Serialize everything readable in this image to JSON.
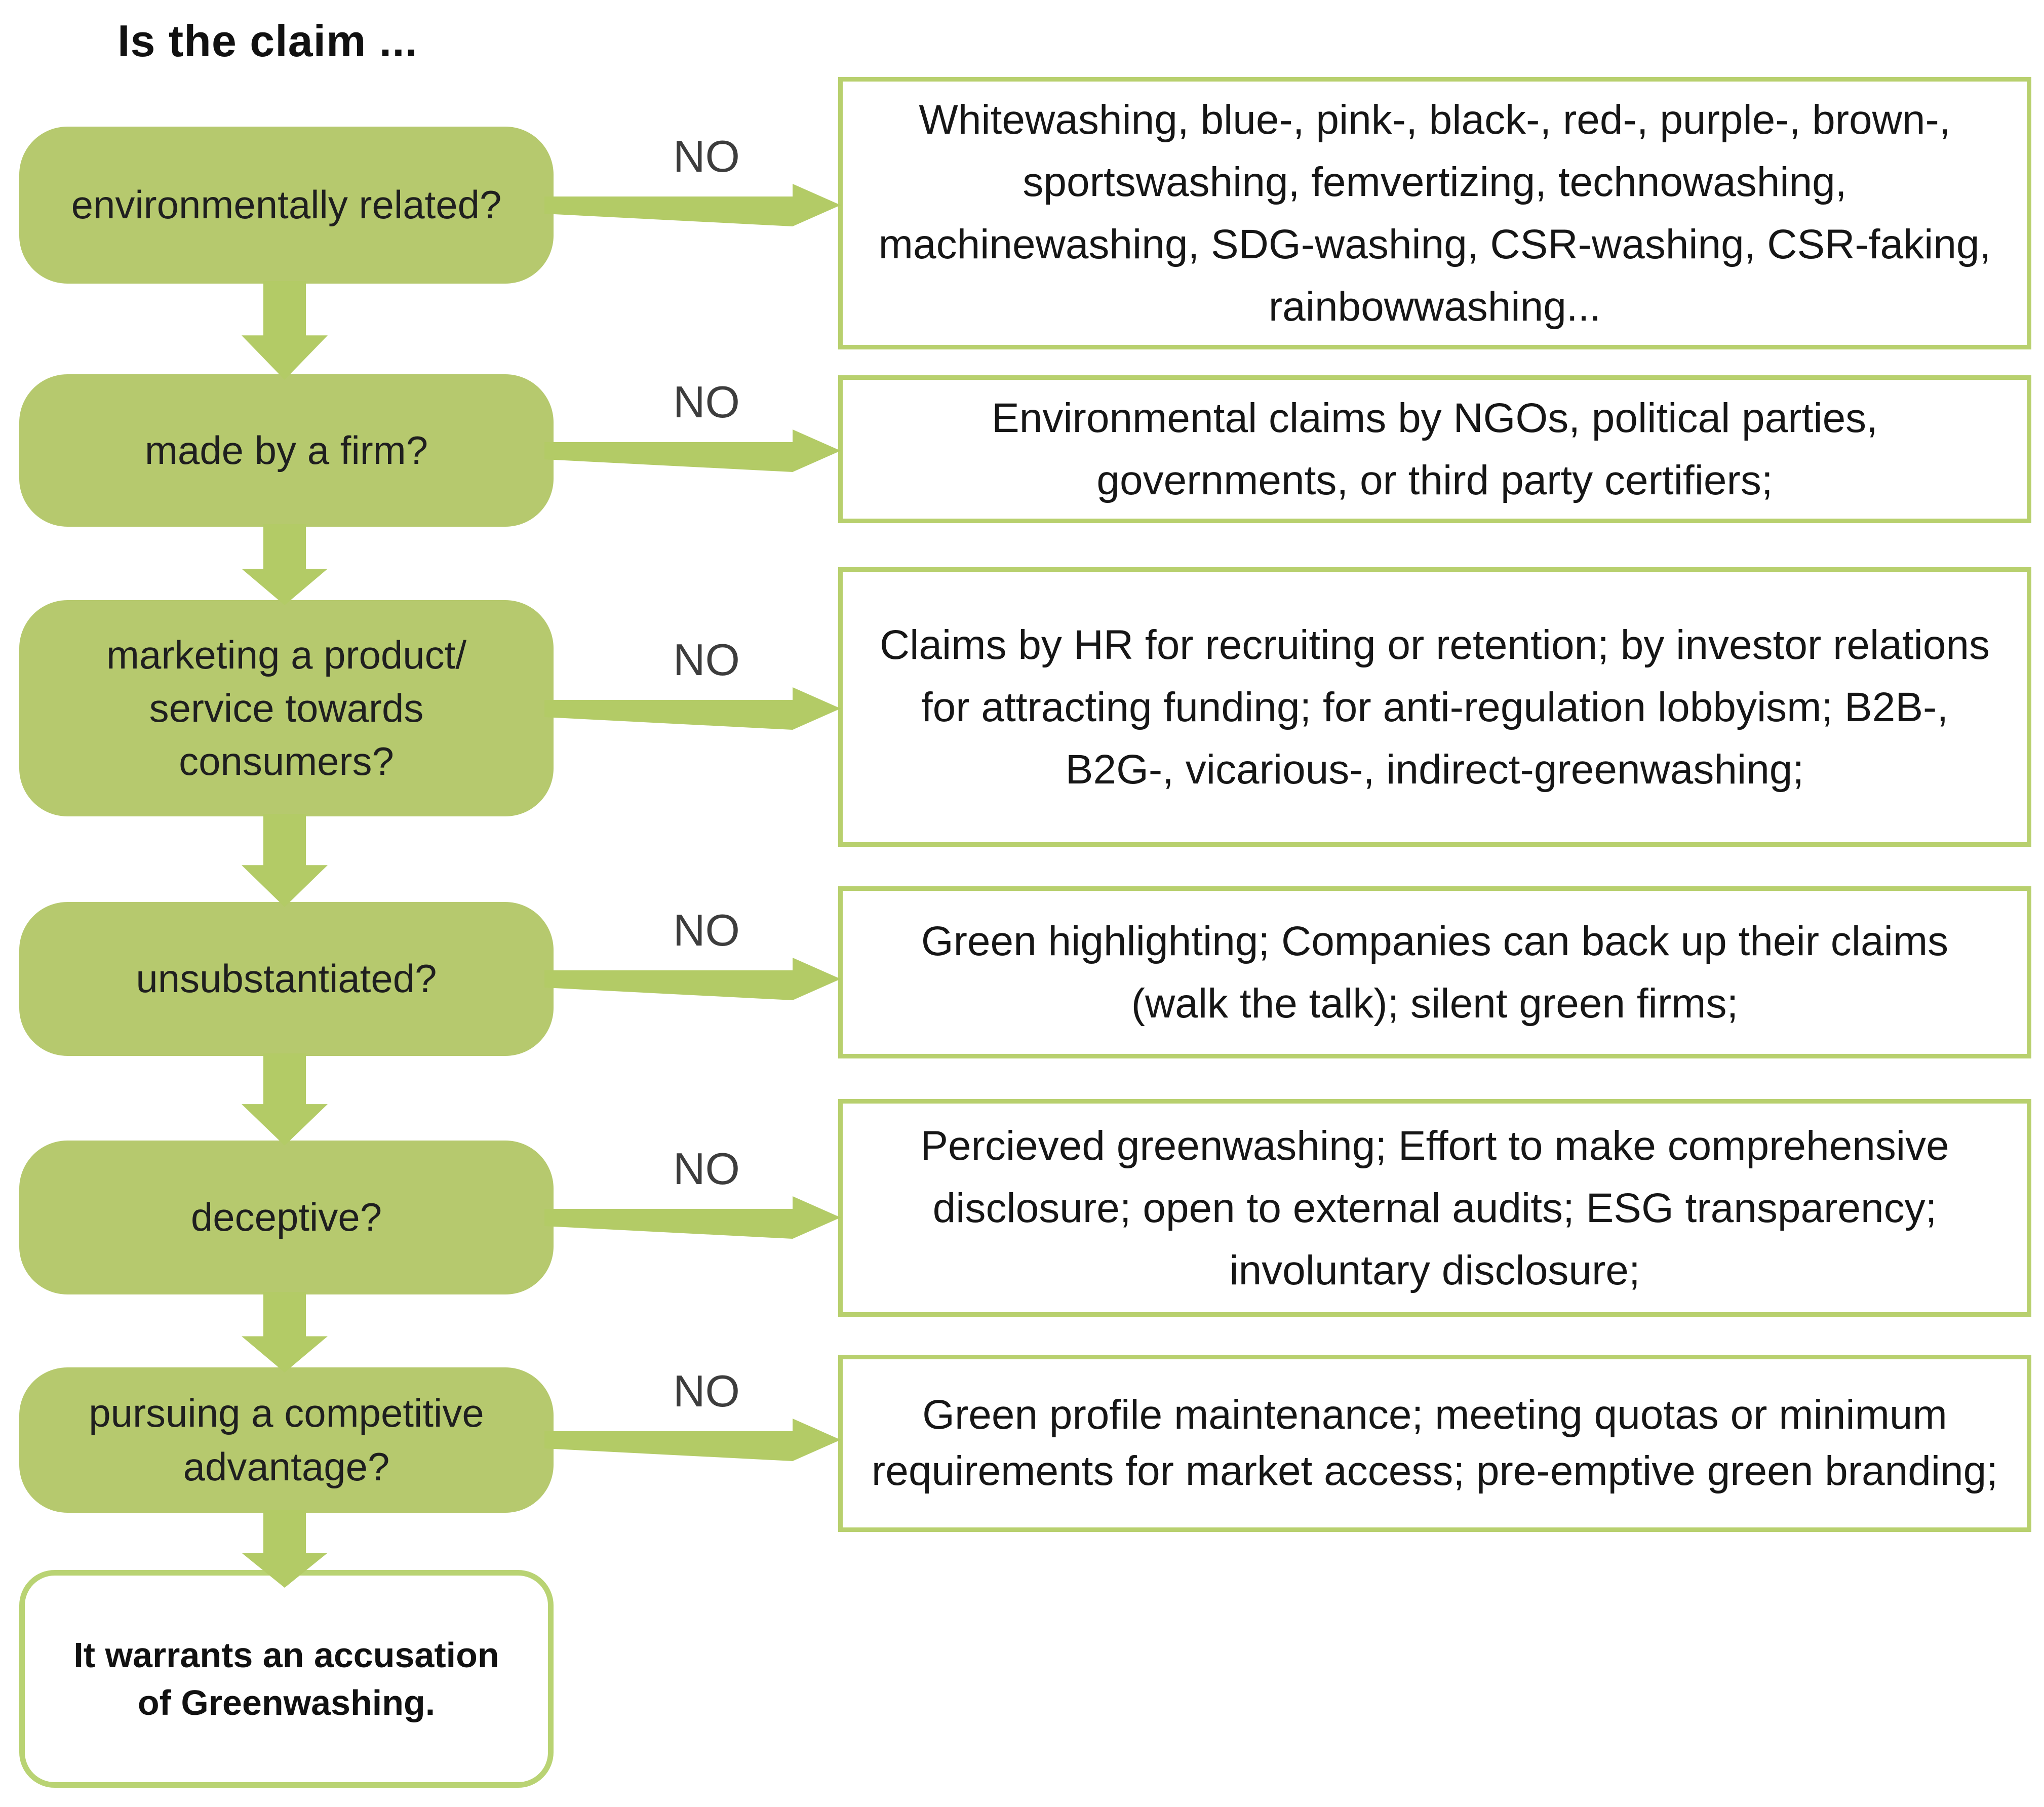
{
  "title": "Is the claim ...",
  "rows": [
    {
      "question": "environmentally related?",
      "no_label": "NO",
      "result": "Whitewashing, blue-, pink-, black-, red-, purple-, brown-, sportswashing, femvertizing, technowashing, machinewashing, SDG-washing, CSR-washing, CSR-faking, rainbowwashing..."
    },
    {
      "question": "made by a firm?",
      "no_label": "NO",
      "result": "Environmental claims by NGOs, political parties, governments, or third party certifiers;"
    },
    {
      "question": "marketing a product/ service towards consumers?",
      "no_label": "NO",
      "result": "Claims by HR for recruiting or retention; by investor relations for attracting funding; for anti-regulation lobbyism; B2B-, B2G-, vicarious-, indirect-greenwashing;"
    },
    {
      "question": "unsubstantiated?",
      "no_label": "NO",
      "result": "Green highlighting; Companies can back up their claims (walk the talk); silent green firms;"
    },
    {
      "question": "deceptive?",
      "no_label": "NO",
      "result": "Percieved greenwashing; Effort to make comprehensive disclosure; open to external audits; ESG transparency; involuntary disclosure;"
    },
    {
      "question": "pursuing a competitive advantage?",
      "no_label": "NO",
      "result": "Green profile maintenance; meeting quotas or minimum requirements for market access; pre-emptive green branding;"
    }
  ],
  "final": "It warrants an accusation of Greenwashing.",
  "colors": {
    "node_fill": "#b6c96e",
    "arrow_green": "#b3cb66",
    "result_border": "#b8d06e",
    "final_border": "#b9d373",
    "no_text": "#3d3d3d"
  }
}
